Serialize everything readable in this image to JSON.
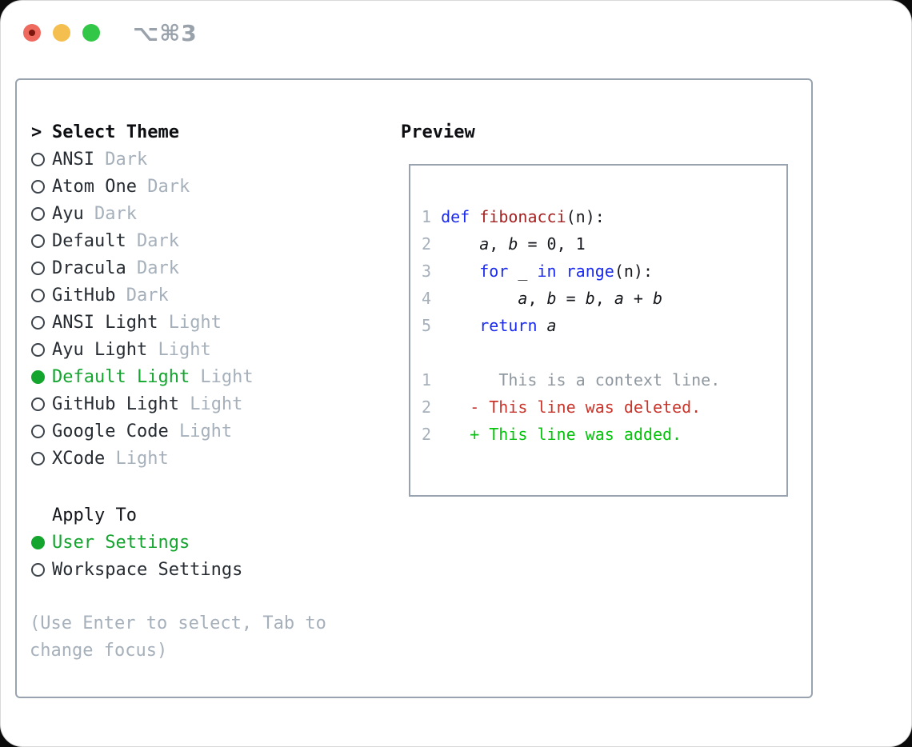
{
  "window": {
    "title": "⌥⌘3",
    "traffic_lights": [
      "close-light",
      "minimize-light",
      "zoom-light"
    ]
  },
  "colors": {
    "accent-green": "#13a52e",
    "added-green": "#07c20e",
    "deleted-red": "#c9352b",
    "keyword-blue": "#1b2bef",
    "function-red": "#a52222",
    "muted": "#a6b0bb",
    "context-gray": "#8f979f",
    "text": "#272c33",
    "border": "#98a3af",
    "light-red": "#ee6a5f",
    "light-yellow": "#f5bf4f",
    "light-green": "#33c748",
    "title-gray": "#99a2ab"
  },
  "theme_list": {
    "header_prefix": ">",
    "header": "Select Theme",
    "items": [
      {
        "name": "ANSI",
        "variant": "Dark",
        "selected": false
      },
      {
        "name": "Atom One",
        "variant": "Dark",
        "selected": false
      },
      {
        "name": "Ayu",
        "variant": "Dark",
        "selected": false
      },
      {
        "name": "Default",
        "variant": "Dark",
        "selected": false
      },
      {
        "name": "Dracula",
        "variant": "Dark",
        "selected": false
      },
      {
        "name": "GitHub",
        "variant": "Dark",
        "selected": false
      },
      {
        "name": "ANSI Light",
        "variant": "Light",
        "selected": false
      },
      {
        "name": "Ayu Light",
        "variant": "Light",
        "selected": false
      },
      {
        "name": "Default Light",
        "variant": "Light",
        "selected": true
      },
      {
        "name": "GitHub Light",
        "variant": "Light",
        "selected": false
      },
      {
        "name": "Google Code",
        "variant": "Light",
        "selected": false
      },
      {
        "name": "XCode",
        "variant": "Light",
        "selected": false
      }
    ]
  },
  "apply_to": {
    "header": "Apply To",
    "options": [
      {
        "label": "User Settings",
        "selected": true
      },
      {
        "label": "Workspace Settings",
        "selected": false
      }
    ]
  },
  "help_text": "(Use Enter to select, Tab to change focus)",
  "preview": {
    "header": "Preview",
    "code_lines": [
      {
        "num": "1",
        "tokens": [
          {
            "t": "def",
            "s": "kw"
          },
          {
            "t": " "
          },
          {
            "t": "fibonacci",
            "s": "fn"
          },
          {
            "t": "(n):"
          }
        ]
      },
      {
        "num": "2",
        "tokens": [
          {
            "t": "    "
          },
          {
            "t": "a",
            "s": "var"
          },
          {
            "t": ", "
          },
          {
            "t": "b",
            "s": "var"
          },
          {
            "t": " = 0, 1"
          }
        ]
      },
      {
        "num": "3",
        "tokens": [
          {
            "t": "    "
          },
          {
            "t": "for",
            "s": "kw"
          },
          {
            "t": " _ "
          },
          {
            "t": "in",
            "s": "kw"
          },
          {
            "t": " "
          },
          {
            "t": "range",
            "s": "kw"
          },
          {
            "t": "(n):"
          }
        ]
      },
      {
        "num": "4",
        "tokens": [
          {
            "t": "        "
          },
          {
            "t": "a",
            "s": "var"
          },
          {
            "t": ", "
          },
          {
            "t": "b",
            "s": "var"
          },
          {
            "t": " = "
          },
          {
            "t": "b",
            "s": "var"
          },
          {
            "t": ", "
          },
          {
            "t": "a",
            "s": "var"
          },
          {
            "t": " + "
          },
          {
            "t": "b",
            "s": "var"
          }
        ]
      },
      {
        "num": "5",
        "tokens": [
          {
            "t": "    "
          },
          {
            "t": "return",
            "s": "kw"
          },
          {
            "t": " "
          },
          {
            "t": "a",
            "s": "var"
          }
        ]
      }
    ],
    "diff_lines": [
      {
        "num": "1",
        "tokens": [
          {
            "t": "      "
          },
          {
            "t": "This is a context line.",
            "s": "ctx"
          }
        ]
      },
      {
        "num": "2",
        "tokens": [
          {
            "t": "   "
          },
          {
            "t": "- This line was deleted.",
            "s": "del"
          }
        ]
      },
      {
        "num": "2",
        "tokens": [
          {
            "t": "   "
          },
          {
            "t": "+ This line was added.",
            "s": "add"
          }
        ]
      }
    ]
  }
}
